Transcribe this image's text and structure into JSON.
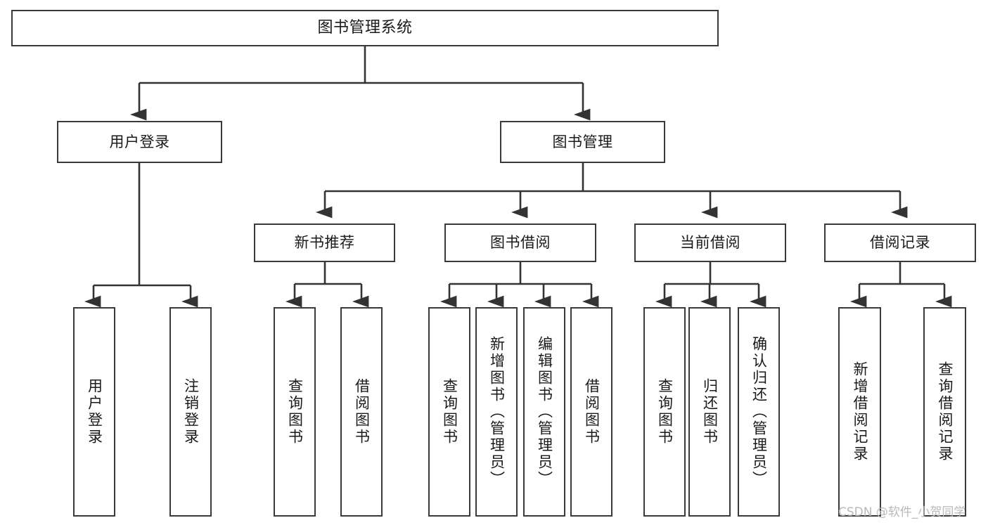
{
  "diagram": {
    "type": "tree",
    "title": "图书管理系统",
    "root": {
      "id": "root",
      "label": "图书管理系统"
    },
    "level2": [
      {
        "id": "user-login",
        "label": "用户登录"
      },
      {
        "id": "book-manage",
        "label": "图书管理"
      }
    ],
    "level3": [
      {
        "id": "new-book-rec",
        "label": "新书推荐"
      },
      {
        "id": "book-borrow",
        "label": "图书借阅"
      },
      {
        "id": "current-borrow",
        "label": "当前借阅"
      },
      {
        "id": "borrow-record",
        "label": "借阅记录"
      }
    ],
    "leaves": [
      {
        "id": "leaf-user-login",
        "label": "用户登录",
        "parent": "user-login"
      },
      {
        "id": "leaf-logout",
        "label": "注销登录",
        "parent": "user-login"
      },
      {
        "id": "leaf-query-book-1",
        "label": "查询图书",
        "parent": "new-book-rec"
      },
      {
        "id": "leaf-borrow-book-1",
        "label": "借阅图书",
        "parent": "new-book-rec"
      },
      {
        "id": "leaf-query-book-2",
        "label": "查询图书",
        "parent": "book-borrow"
      },
      {
        "id": "leaf-add-book",
        "label": "新增图书（管理员）",
        "parent": "book-borrow"
      },
      {
        "id": "leaf-edit-book",
        "label": "编辑图书（管理员）",
        "parent": "book-borrow"
      },
      {
        "id": "leaf-borrow-book-2",
        "label": "借阅图书",
        "parent": "book-borrow"
      },
      {
        "id": "leaf-query-book-3",
        "label": "查询图书",
        "parent": "current-borrow"
      },
      {
        "id": "leaf-return-book",
        "label": "归还图书",
        "parent": "current-borrow"
      },
      {
        "id": "leaf-confirm-return",
        "label": "确认归还（管理员）",
        "parent": "current-borrow"
      },
      {
        "id": "leaf-add-record",
        "label": "新增借阅记录",
        "parent": "borrow-record"
      },
      {
        "id": "leaf-query-record",
        "label": "查询借阅记录",
        "parent": "borrow-record"
      }
    ],
    "colors": {
      "border": "#3a3a3a",
      "background": "#ffffff",
      "text": "#1a1a1a",
      "connector": "#333333",
      "watermark": "#b9b9b9"
    }
  },
  "watermark": {
    "text": "CSDN @软件_小贺同学"
  }
}
